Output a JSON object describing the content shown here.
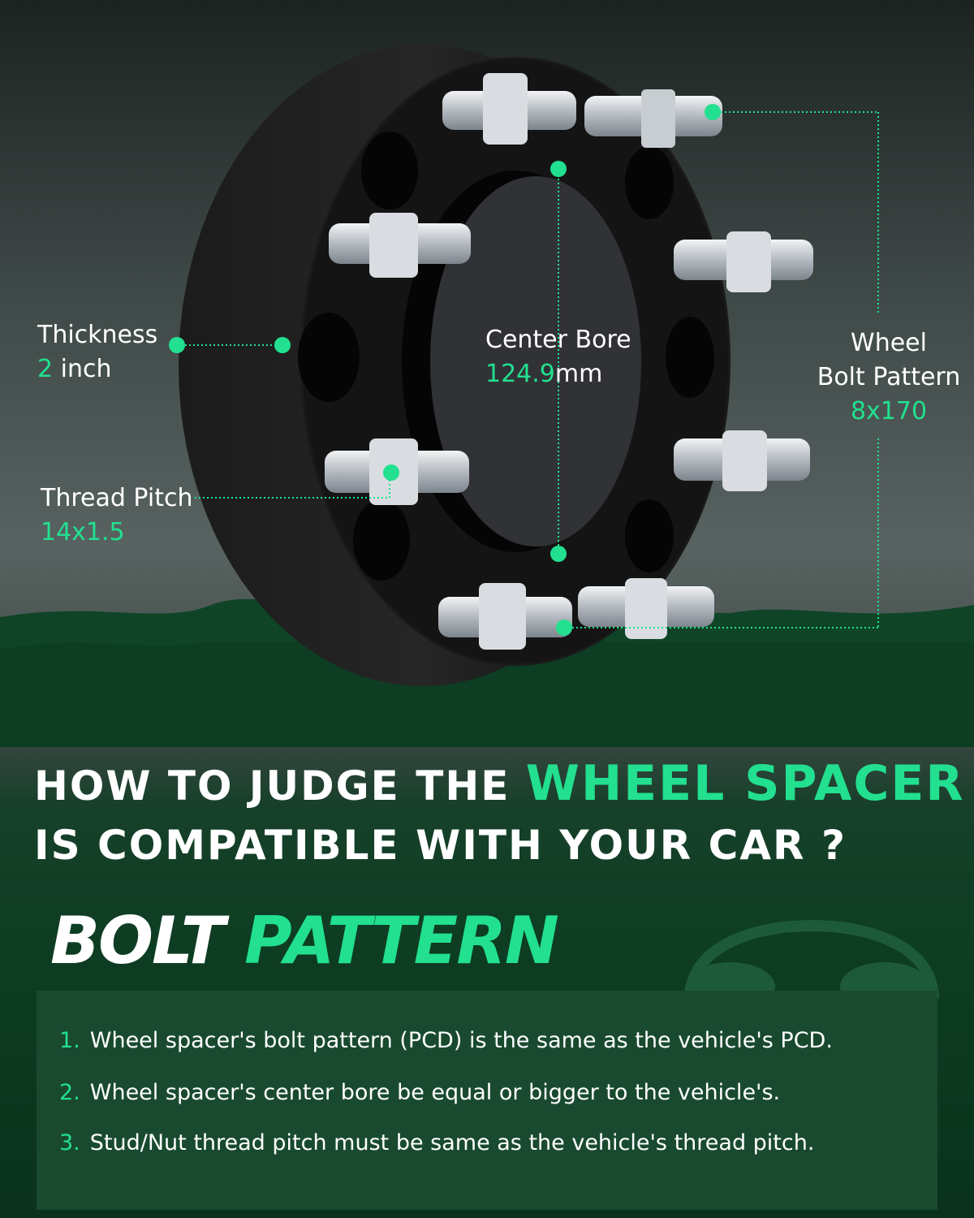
{
  "callouts": {
    "thickness": {
      "label": "Thickness",
      "value": "2",
      "unit": " inch"
    },
    "thread_pitch": {
      "label": "Thread Pitch",
      "value": "14x1.5"
    },
    "center_bore": {
      "label": "Center Bore",
      "value": "124.9",
      "unit": "mm"
    },
    "bolt_pattern": {
      "label_line1": "Wheel",
      "label_line2": "Bolt Pattern",
      "value": "8x170"
    }
  },
  "heading": {
    "part1": "HOW TO JUDGE THE ",
    "highlight": "WHEEL SPACER",
    "line2": "IS COMPATIBLE WITH YOUR CAR ?"
  },
  "section_title": {
    "word1": "BOLT",
    "word2": "PATTERN"
  },
  "steps": [
    {
      "number": "1.",
      "text": "Wheel spacer's bolt pattern (PCD) is the same as the vehicle's PCD."
    },
    {
      "number": "2.",
      "text": "Wheel spacer's center bore be equal or bigger to the vehicle's."
    },
    {
      "number": "3.",
      "text": "Stud/Nut thread pitch must be same as the vehicle's thread pitch."
    }
  ],
  "colors": {
    "accent": "#22e08f",
    "panel": "#194a30",
    "text": "#ffffff"
  }
}
